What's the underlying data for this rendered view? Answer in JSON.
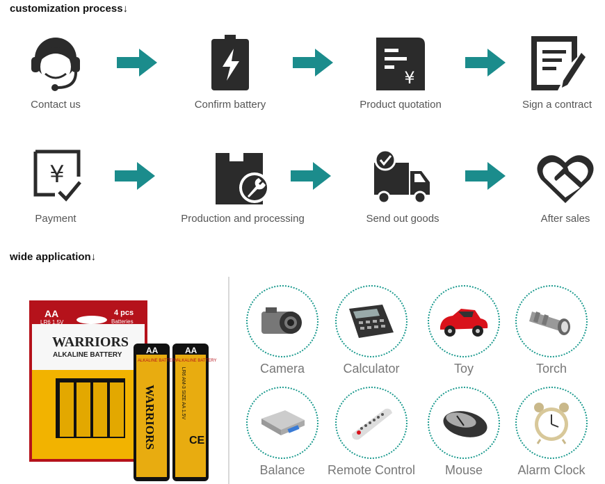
{
  "sections": {
    "process_title": "customization process↓",
    "application_title": "wide application↓"
  },
  "colors": {
    "icon": "#2b2b2b",
    "arrow": "#1b8c8c",
    "circle_border": "#1b9a8e",
    "pack_red": "#b5121b",
    "pack_yellow": "#f2b300"
  },
  "process_steps": [
    {
      "label": "Contact us",
      "icon": "headset-agent-icon"
    },
    {
      "label": "Confirm battery",
      "icon": "battery-bolt-icon"
    },
    {
      "label": "Product quotation",
      "icon": "quotation-yen-icon"
    },
    {
      "label": "Sign a contract",
      "icon": "contract-pen-icon"
    },
    {
      "label": "Payment",
      "icon": "payment-yen-check-icon"
    },
    {
      "label": "Production and processing",
      "icon": "factory-wrench-icon"
    },
    {
      "label": "Send out goods",
      "icon": "delivery-truck-icon"
    },
    {
      "label": "After sales",
      "icon": "handshake-heart-icon"
    }
  ],
  "applications": [
    {
      "label": "Camera",
      "icon": "camera-icon"
    },
    {
      "label": "Calculator",
      "icon": "calculator-icon"
    },
    {
      "label": "Toy",
      "icon": "toy-car-icon"
    },
    {
      "label": "Torch",
      "icon": "torch-icon"
    },
    {
      "label": "Balance",
      "icon": "scale-icon"
    },
    {
      "label": "Remote Control",
      "icon": "remote-control-icon"
    },
    {
      "label": "Mouse",
      "icon": "mouse-icon"
    },
    {
      "label": "Alarm Clock",
      "icon": "alarm-clock-icon"
    }
  ],
  "product": {
    "size": "AA",
    "spec": "LR6 1.5V",
    "count": "4 pcs",
    "count_sub": "Batteries",
    "brand": "WARRIORS",
    "type": "ALKALINE BATTERY",
    "cell_brand": "WARRIORS",
    "cell_size": "AA",
    "cell_type": "ALKALINE BATTERY",
    "cell_spec": "LR6 AM-3 SIZE AA 1.5V",
    "cell_mark": "CE"
  }
}
